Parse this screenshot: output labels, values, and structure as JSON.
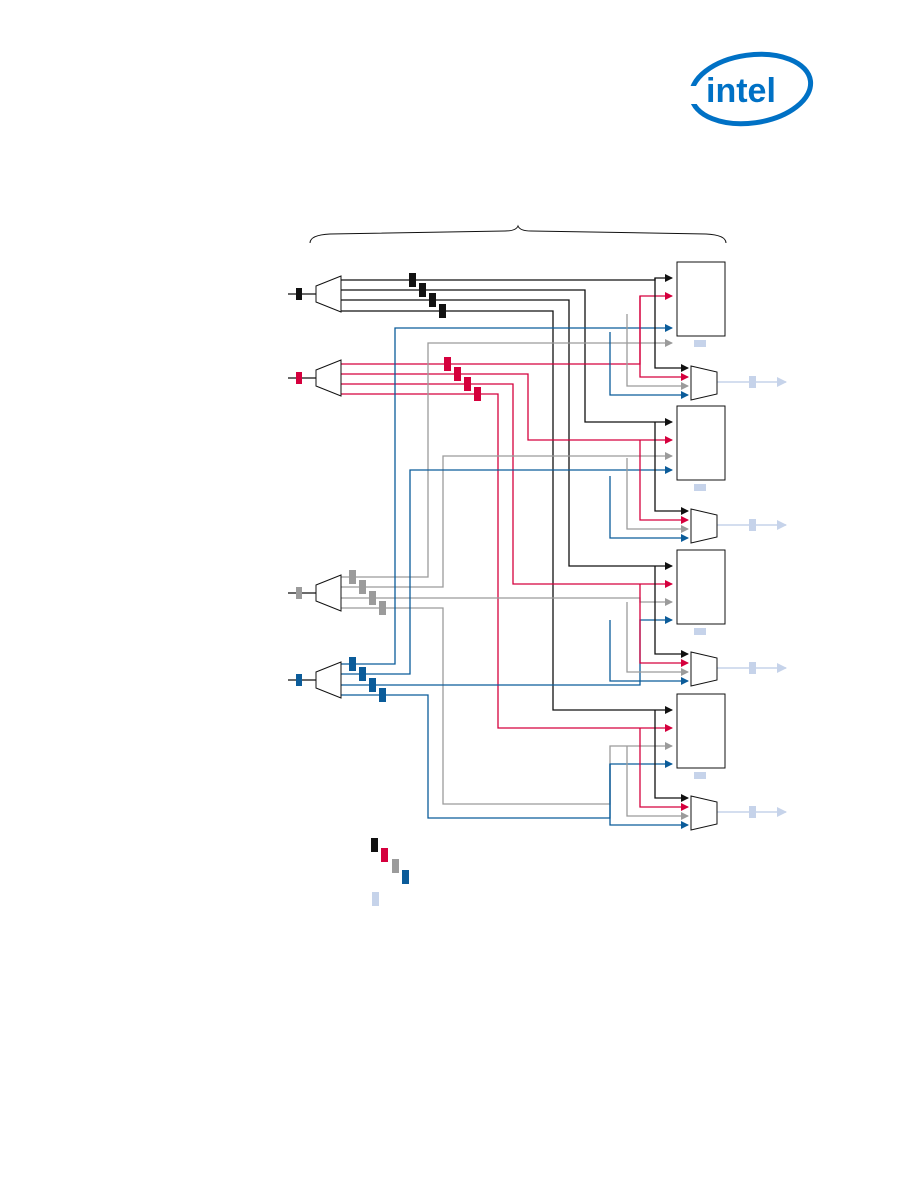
{
  "logo": {
    "text": "intel",
    "color": "#0071c5"
  },
  "colors": {
    "black": "#111111",
    "red": "#d5003d",
    "gray": "#9b9b9b",
    "blue": "#0b5c9a",
    "lightblue": "#c6d3ea"
  },
  "legend": {
    "swatches": [
      "black",
      "red",
      "gray",
      "blue"
    ],
    "extra_swatch": "lightblue"
  },
  "mux_inputs": [
    "black",
    "red",
    "gray",
    "blue"
  ],
  "channel_count": 4
}
